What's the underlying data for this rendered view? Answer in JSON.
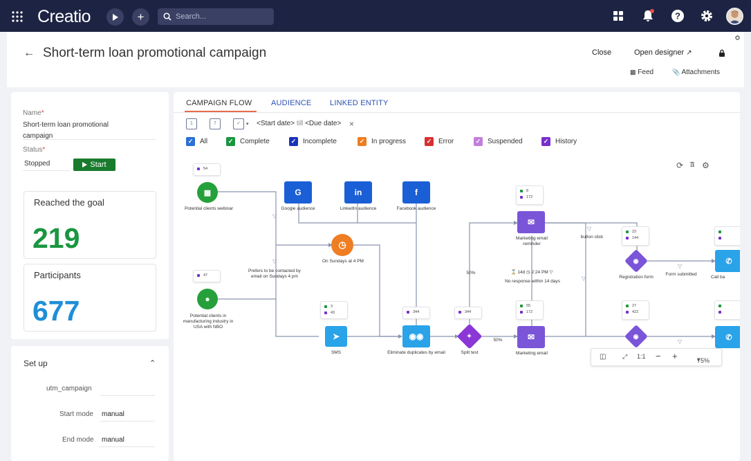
{
  "topbar": {
    "logo": "Creatio",
    "search_placeholder": "Search...",
    "brand_color": "#1d2342"
  },
  "header": {
    "title": "Short-term loan promotional campaign",
    "close": "Close",
    "open_designer": "Open designer",
    "feed": "Feed",
    "attachments": "Attachments"
  },
  "left": {
    "name_label": "Name",
    "name_value": "Short-term loan promotional campaign",
    "status_label": "Status",
    "status_value": "Stopped",
    "start_button": "Start",
    "metrics": [
      {
        "label": "Reached the goal",
        "value": "219",
        "color": "#1a9640"
      },
      {
        "label": "Participants",
        "value": "677",
        "color": "#1f8fd6"
      }
    ]
  },
  "setup": {
    "title": "Set up",
    "fields": [
      {
        "label": "utm_campaign",
        "value": ""
      },
      {
        "label": "Start mode",
        "value": "manual"
      },
      {
        "label": "End mode",
        "value": "manual"
      }
    ]
  },
  "tabs": [
    "CAMPAIGN FLOW",
    "AUDIENCE",
    "LINKED ENTITY"
  ],
  "filter": {
    "start": "<Start date>",
    "till": "till",
    "due": "<Due date>",
    "checkboxes": [
      {
        "label": "All",
        "color": "#2c6fd6"
      },
      {
        "label": "Complete",
        "color": "#1a9640"
      },
      {
        "label": "Incomplete",
        "color": "#1b33b8"
      },
      {
        "label": "In progress",
        "color": "#ef7d22"
      },
      {
        "label": "Error",
        "color": "#d63030"
      },
      {
        "label": "Suspended",
        "color": "#c27fdc"
      },
      {
        "label": "History",
        "color": "#7730cc"
      }
    ]
  },
  "nodes": {
    "webinar": "Potential clients webinar",
    "google": "Google audience",
    "linkedin": "LinkedIn audience",
    "facebook": "Facebook audience",
    "sundays": "On Sundays at 4 PM",
    "manufacturing": "Potential clients in manufacturing industry in USA with NBO",
    "sms": "SMS",
    "eliminate": "Eliminate duplicates by email",
    "split": "Split test",
    "reminder": "Marketing email reminder",
    "email": "Marketing email",
    "registration": "Registration form",
    "callback": "Call ba"
  },
  "edges": {
    "prefers": "Prefers to be contacted by email on Sundays 4 pm",
    "button_click": "button click",
    "no_response": "No response within 14 days",
    "form_submitted": "Form submitted",
    "pct_a": "50%",
    "pct_b": "50%",
    "wait_days": "14d",
    "wait_time": "2:24 PM"
  },
  "stats": {
    "webinar": {
      "purple": "54"
    },
    "manufacturing": {
      "purple": "47"
    },
    "sms": {
      "green": "3",
      "purple": "43"
    },
    "eliminate": {
      "purple": "344"
    },
    "split": {
      "purple": "344"
    },
    "reminder": {
      "green": "8",
      "purple": "172"
    },
    "email": {
      "green": "55",
      "purple": "172"
    },
    "reg1": {
      "green": "23",
      "purple": "144"
    },
    "reg2": {
      "green": "27",
      "purple": "422"
    }
  },
  "zoom": {
    "ratio": "1:1",
    "level": "75%"
  }
}
